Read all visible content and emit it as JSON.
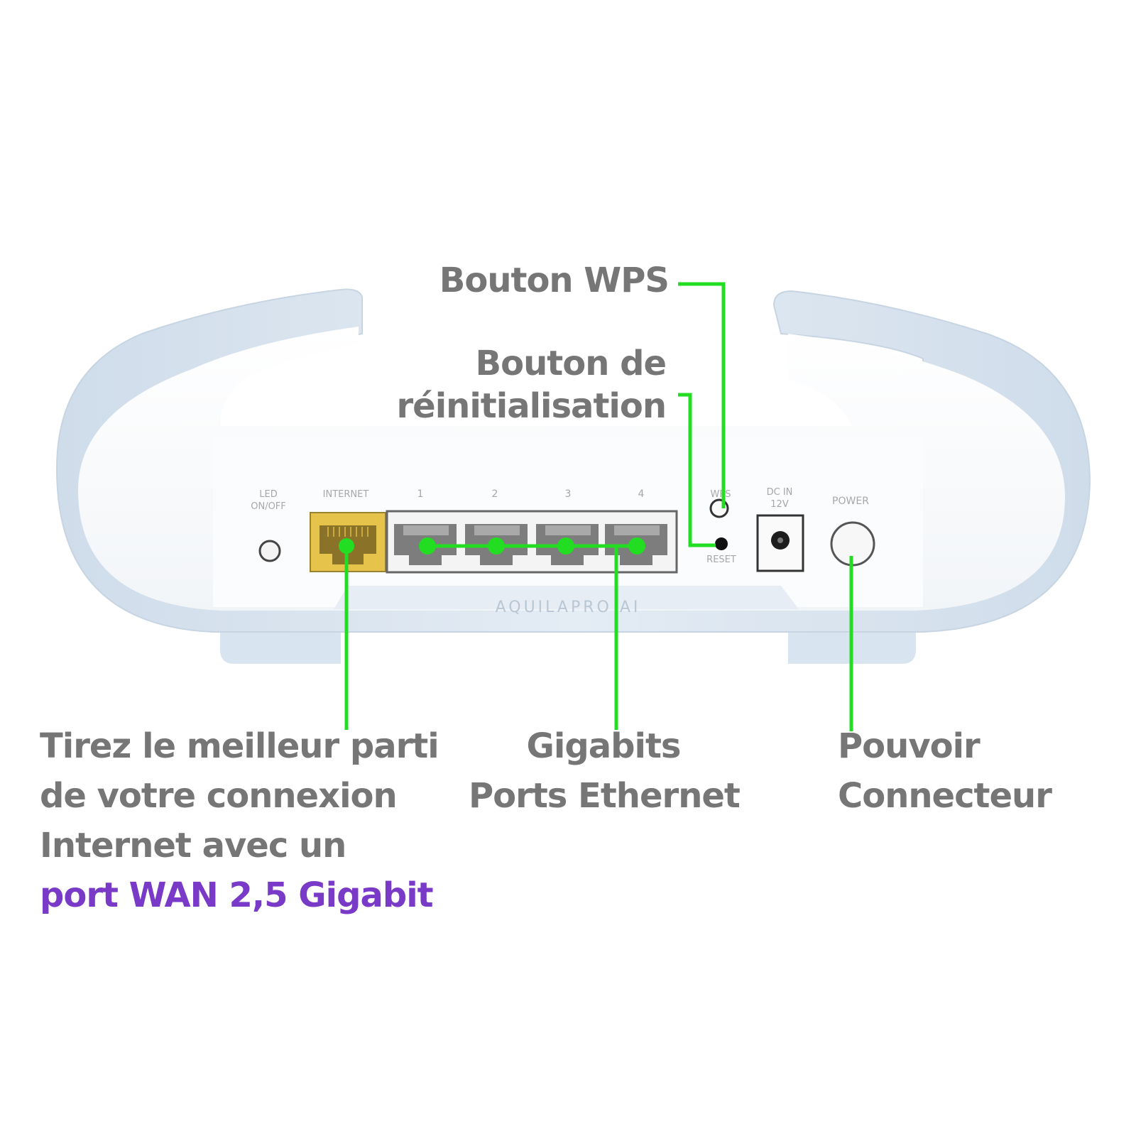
{
  "device": {
    "brand_mark": "AQUILAPRO AI",
    "port_labels": {
      "led": [
        "LED",
        "ON/OFF"
      ],
      "internet": "INTERNET",
      "lan": [
        "1",
        "2",
        "3",
        "4"
      ],
      "wps": "WPS",
      "reset": "RESET",
      "dc_in": [
        "DC IN",
        "12V"
      ],
      "power": "POWER"
    }
  },
  "callouts": {
    "wps": "Bouton WPS",
    "reset": [
      "Bouton de",
      "réinitialisation"
    ],
    "wan": {
      "lines": [
        "Tirez le meilleur parti",
        "de votre connexion",
        "Internet avec un"
      ],
      "highlight": "port WAN 2,5 Gigabit"
    },
    "gigabit": [
      "Gigabits",
      "Ports Ethernet"
    ],
    "power": [
      "Pouvoir",
      "Connecteur"
    ]
  },
  "colors": {
    "leader_line": "#22dd22",
    "callout_text": "#767676",
    "highlight_text": "#7a3ac8",
    "wan_port": "#e6c34a",
    "shell_blue": "#dde8f2",
    "shell_white": "#ffffff"
  }
}
